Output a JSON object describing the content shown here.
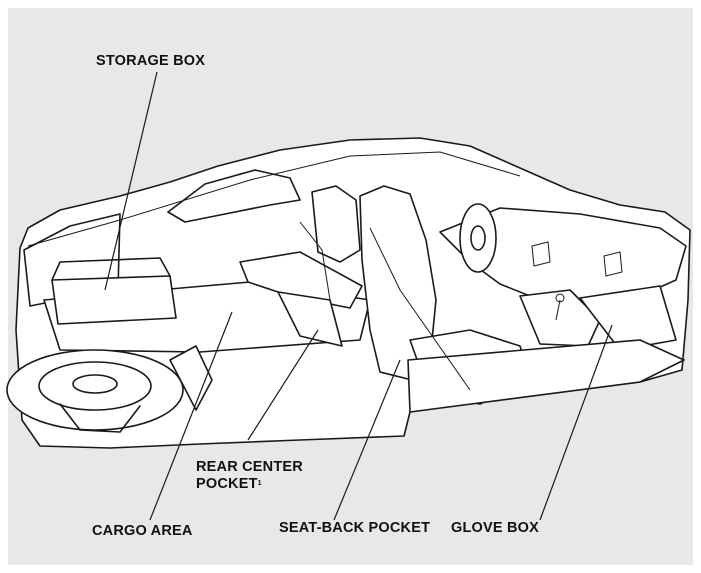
{
  "labels": {
    "storage_box": "STORAGE BOX",
    "rear_center_pocket_line1": "REAR CENTER",
    "rear_center_pocket_line2": "POCKET",
    "rear_center_pocket_footnote": "1",
    "cargo_area": "CARGO AREA",
    "seat_back_pocket": "SEAT-BACK POCKET",
    "glove_box": "GLOVE BOX"
  },
  "colors": {
    "background": "#e8e8e8",
    "car_fill": "#ffffff",
    "line": "#1a1a1a"
  }
}
